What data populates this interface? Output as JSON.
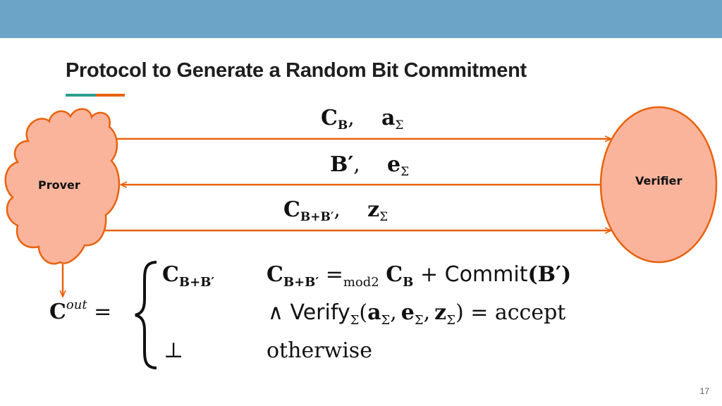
{
  "slide": {
    "title": "Protocol to Generate a Random Bit Commitment",
    "page_number": "17",
    "colors": {
      "header_bar": "#6ca4c8",
      "accent_teal": "#2a9d8f",
      "accent_orange": "#e8620e",
      "node_fill": "#fbb49c",
      "node_stroke": "#e8620e"
    }
  },
  "nodes": {
    "prover": {
      "label": "Prover",
      "shape": "cloud"
    },
    "verifier": {
      "label": "Verifier",
      "shape": "ellipse"
    }
  },
  "messages": [
    {
      "direction": "prover-to-verifier",
      "first": "C",
      "first_sub": "B",
      "sep": ",",
      "second": "a",
      "second_sub": "Σ"
    },
    {
      "direction": "verifier-to-prover",
      "first": "B′",
      "first_sub": "",
      "sep": ",",
      "second": "e",
      "second_sub": "Σ"
    },
    {
      "direction": "prover-to-verifier",
      "first": "C",
      "first_sub": "B+B′",
      "sep": ",",
      "second": "z",
      "second_sub": "Σ"
    }
  ],
  "output": {
    "lhs": "C",
    "lhs_sup": "out",
    "eq": "=",
    "case1_value": "C",
    "case1_value_sub": "B+B′",
    "case1_cond_a": "C",
    "case1_cond_a_sub": "B+B′",
    "case1_cond_eq": "=",
    "case1_cond_eq_sub": "mod2",
    "case1_cond_b": "C",
    "case1_cond_b_sub": "B",
    "case1_cond_plus": "+",
    "case1_cond_commit": "Commit",
    "case1_cond_commit_arg": "(B′)",
    "case1_line2_and": "∧",
    "case1_line2_verify": "Verify",
    "case1_line2_verify_sub": "Σ",
    "case1_line2_args": [
      "a",
      "e",
      "z"
    ],
    "case1_line2_args_sub": "Σ",
    "case1_line2_result": "= accept",
    "case2_value": "⊥",
    "case2_cond": "otherwise"
  }
}
